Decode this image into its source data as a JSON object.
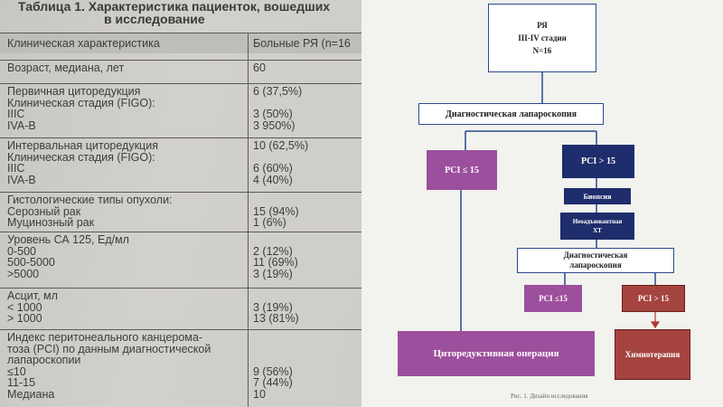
{
  "table": {
    "title_line1": "Таблица 1. Характеристика пациенток, вошедших",
    "title_line2": "в исследование",
    "header": [
      "Клиническая характеристика",
      "Больные РЯ (n=16"
    ],
    "rows": [
      {
        "label": "Возраст, медиана, лет",
        "value": "60"
      },
      {
        "label": "Первичная циторедукция\nКлиническая стадия (FIGO):\nIIIC\nIVA-B",
        "value": "6 (37,5%)\n\n3 (50%)\n3 950%)"
      },
      {
        "label": "Интервальная циторедукция\nКлиническая стадия (FIGO):\nIIIC\nIVA-B",
        "value": "10 (62,5%)\n\n6 (60%)\n4 (40%)"
      },
      {
        "label": "Гистологические типы опухоли:\nСерозный рак\nМуцинозный рак",
        "value": "\n15 (94%)\n1 (6%)"
      },
      {
        "label": "Уровень СА 125, Ед/мл\n0-500\n500-5000\n>5000",
        "value": "\n2 (12%)\n11 (69%)\n3 (19%)"
      },
      {
        "label": "Асцит, мл\n< 1000\n> 1000",
        "value": "\n3 (19%)\n13 (81%)"
      },
      {
        "label": "Индекс перитонеального канцерома-\nтоза (PCI) по данным диагностической\nлапароскопии\n≤10\n11-15\nМедиана",
        "value": "\n\n\n9 (56%)\n7 (44%)\n10"
      }
    ]
  },
  "flow": {
    "top": {
      "line1": "РЯ",
      "line2": "III-IV стадии",
      "line3": "N=16"
    },
    "diag1": "Диагностическая лапароскопия",
    "pci_le_1": "PCI ≤ 15",
    "pci_gt_1": "PCI > 15",
    "biopsy": "Биопсия",
    "neoadj_1": "Неоадъювантная",
    "neoadj_2": "ХТ",
    "diag2_1": "Диагностическая",
    "diag2_2": "лапароскопия",
    "pci_le_2": "PCI ≤15",
    "pci_gt_2": "PCI > 15",
    "cytoreduction": "Циторедуктивная операция",
    "chemo": "Химиотерапия",
    "caption": "Рис. 1. Дизайн исследования"
  }
}
